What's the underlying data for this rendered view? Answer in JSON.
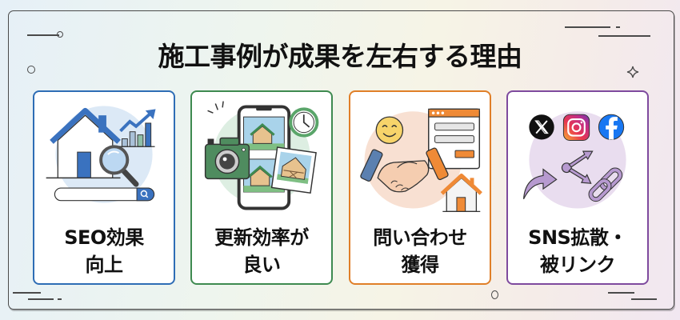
{
  "title": "施工事例が成果を左右する理由",
  "colors": {
    "seo": "#2e6db5",
    "update": "#3e8a50",
    "inquiry": "#e07f28",
    "sns": "#7e4a9e",
    "frame": "#4a4a4a"
  },
  "cards": [
    {
      "id": "seo",
      "label_line1": "SEO効果",
      "label_line2": "向上",
      "icons": [
        "house-icon",
        "magnifier-icon",
        "bar-chart-up-icon",
        "search-bar-icon"
      ]
    },
    {
      "id": "update",
      "label_line1": "更新効率が",
      "label_line2": "良い",
      "icons": [
        "smartphone-icon",
        "camera-icon",
        "clock-icon",
        "photo-icon"
      ]
    },
    {
      "id": "inquiry",
      "label_line1": "問い合わせ",
      "label_line2": "獲得",
      "icons": [
        "smiley-icon",
        "form-window-icon",
        "handshake-icon",
        "house-icon"
      ]
    },
    {
      "id": "sns",
      "label_line1": "SNS拡散・",
      "label_line2": "被リンク",
      "icons": [
        "x-logo-icon",
        "instagram-icon",
        "facebook-icon",
        "share-icon",
        "link-icon"
      ]
    }
  ]
}
